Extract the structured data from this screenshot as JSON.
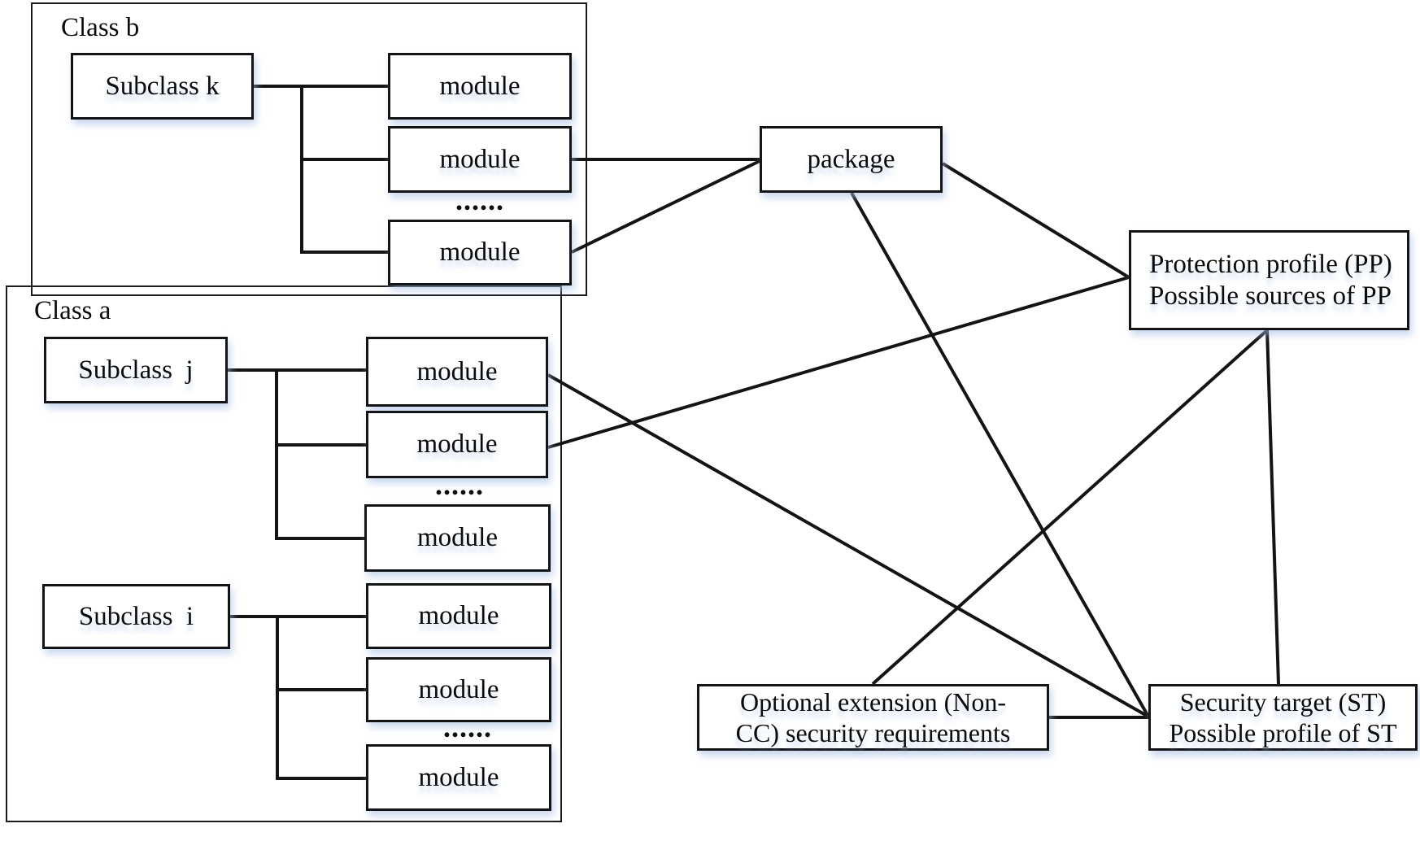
{
  "diagram": {
    "background_color": "#ffffff",
    "line_color": "#141414",
    "shadow_color": "#a3bee4",
    "classes": [
      {
        "label": "Class b",
        "subclasses": [
          {
            "label": "Subclass k",
            "modules": [
              "module",
              "module",
              "module"
            ],
            "ellipsis": "......"
          }
        ]
      },
      {
        "label": "Class a",
        "subclasses": [
          {
            "label": "Subclass  j",
            "modules": [
              "module",
              "module",
              "module"
            ],
            "ellipsis": "......"
          },
          {
            "label": "Subclass  i",
            "modules": [
              "module",
              "module",
              "module"
            ],
            "ellipsis": "......"
          }
        ]
      }
    ],
    "package": {
      "label": "package"
    },
    "protection_profile": {
      "line1": "Protection profile (PP)",
      "line2": "Possible sources of PP"
    },
    "optional_extension": {
      "line1": "Optional extension (Non-",
      "line2": "CC) security requirements"
    },
    "security_target": {
      "line1": "Security target (ST)",
      "line2": "Possible profile of ST"
    }
  }
}
